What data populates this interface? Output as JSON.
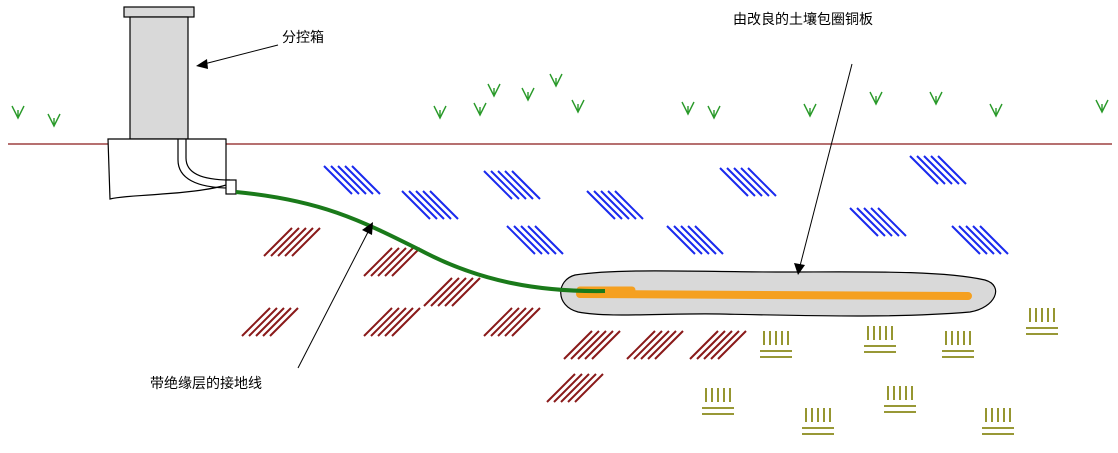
{
  "labels": {
    "junction_box": "分控箱",
    "copper_plate": "由改良的土壤包圈铜板",
    "ground_wire": "带绝缘层的接地线"
  },
  "colors": {
    "ground_line": "#8a1a1a",
    "grass": "#2a9a2a",
    "blue_hatch": "#1a2aee",
    "red_hatch": "#8a1a1a",
    "olive_hatch": "#8a8a1a",
    "wire": "#1a7a1a",
    "plate": "#f5a020",
    "soil": "#d9d9d9",
    "box": "#d9d9d9"
  },
  "icons": [
    "grass-tuft-icon",
    "blue-hatch-icon",
    "red-hatch-icon",
    "olive-hatch-icon"
  ]
}
